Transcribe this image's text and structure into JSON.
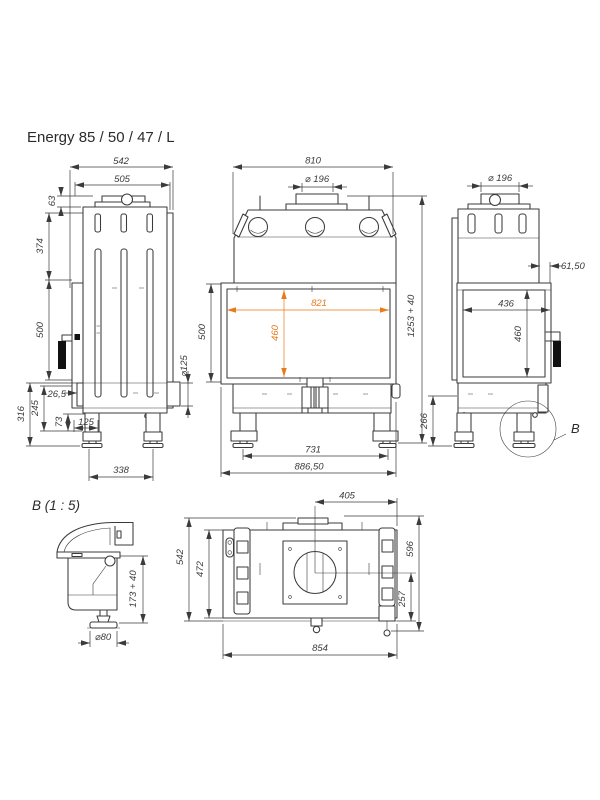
{
  "title": "Energy 85 / 50 / 47 / L",
  "colors": {
    "line": "#3b3b3b",
    "accent": "#e87a1a",
    "background": "#ffffff"
  },
  "views": {
    "side_left": {
      "dims": {
        "depth_total": "542",
        "depth_body": "505",
        "cap_height": "63",
        "upper_height": "374",
        "mid_height": "500",
        "base_total": "316",
        "base_height": "245",
        "leg_height": "73",
        "front_offset": "26,5",
        "leg_inset": "125",
        "feet_span": "338",
        "outlet_diameter": "⌀125"
      }
    },
    "front": {
      "dims": {
        "width_top": "810",
        "flue_diameter": "⌀ 196",
        "glass_height": "500",
        "glass_width": "821",
        "glass_inner_height": "460",
        "height_total": "1253 + 40",
        "feet_span": "731",
        "width_total": "886,50"
      }
    },
    "side_right": {
      "dims": {
        "flue_diameter": "⌀ 196",
        "frame_offset": "61,50",
        "depth_inner": "436",
        "glass_height": "460",
        "base_height": "266",
        "detail_marker": "B"
      }
    },
    "detail_b": {
      "label": "B (1 : 5)",
      "dims": {
        "leg_height": "173 + 40",
        "foot_diameter": "⌀80"
      }
    },
    "top": {
      "dims": {
        "flue_offset": "405",
        "depth_total": "542",
        "depth_inner": "472",
        "depth_right": "596",
        "flue_to_rear": "257",
        "width_total": "854"
      }
    }
  }
}
